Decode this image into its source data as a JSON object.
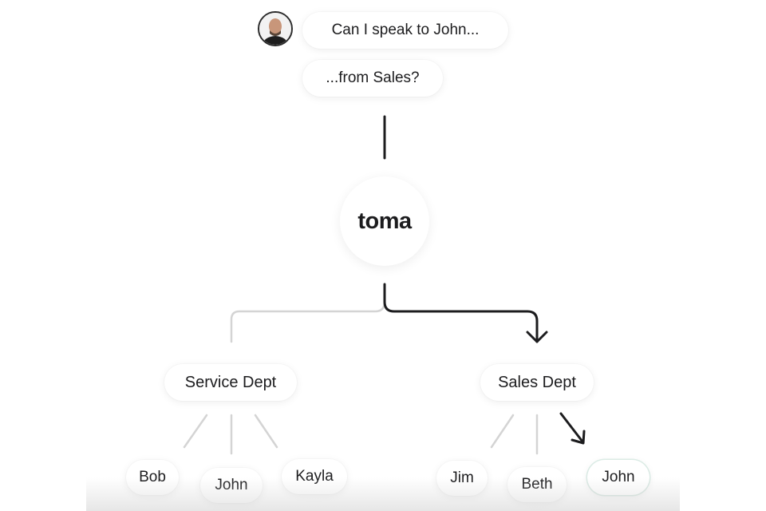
{
  "conversation": {
    "user_message_1": "Can I speak to John...",
    "user_message_2": "...from Sales?"
  },
  "router": {
    "name": "toma"
  },
  "departments": [
    {
      "label": "Service Dept",
      "people": [
        "Bob",
        "John",
        "Kayla"
      ]
    },
    {
      "label": "Sales Dept",
      "people": [
        "Jim",
        "Beth",
        "John"
      ]
    }
  ],
  "routing": {
    "selected_department": "Sales Dept",
    "selected_person": "John"
  },
  "colors": {
    "active_path": "#1c1c1e",
    "inactive_path": "#d4d4d4",
    "selected_person_ring": "#e0f0ea"
  }
}
